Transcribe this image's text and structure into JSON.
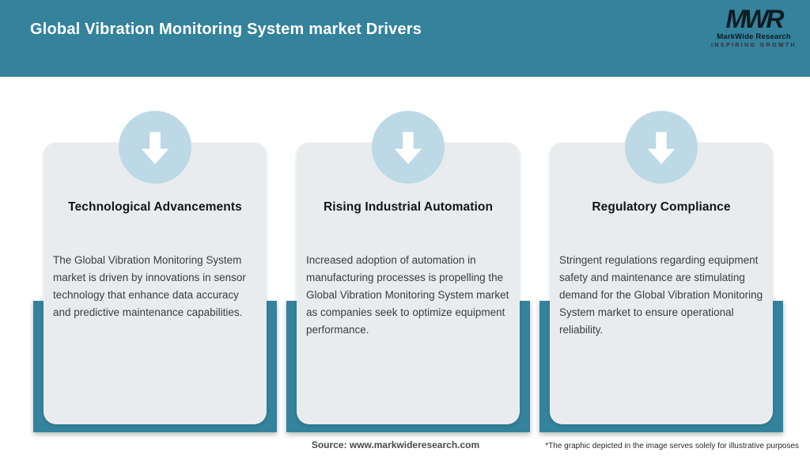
{
  "header": {
    "title": "Global Vibration Monitoring System market Drivers",
    "logo": {
      "acronym": "MWR",
      "name": "MarkWide Research",
      "tagline": "INSPIRING GROWTH"
    }
  },
  "cards": [
    {
      "title": "Technological Advancements",
      "body": "The Global Vibration Monitoring System market is driven by innovations in sensor technology that enhance data accuracy and predictive maintenance capabilities."
    },
    {
      "title": "Rising Industrial Automation",
      "body": "Increased adoption of automation in manufacturing processes is propelling the Global Vibration Monitoring System market as companies seek to optimize equipment performance."
    },
    {
      "title": "Regulatory Compliance",
      "body": "Stringent regulations regarding equipment safety and maintenance are stimulating demand for the Global Vibration Monitoring System market to ensure operational reliability."
    }
  ],
  "footer": {
    "source": "Source: www.markwideresearch.com",
    "disclaimer": "*The graphic depicted in the image serves solely for illustrative purposes"
  },
  "colors": {
    "teal": "#34829C",
    "circle": "#BCD9E5",
    "card_bg": "#E9ECEE",
    "heading": "#141414",
    "body_text": "#3C3C3C"
  }
}
